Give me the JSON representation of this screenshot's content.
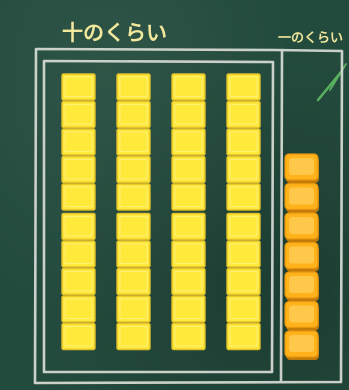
{
  "header": {
    "tens_label": "十のくらい",
    "ones_label": "一のくらい"
  },
  "value_shown": {
    "tens_rods": 4,
    "cubes_per_rod": 10,
    "ones_cubes": 7
  },
  "colors": {
    "chalkboard": "#234b3d",
    "chalk_line": "#d9ddd6",
    "chalk_text": "#f2e89c",
    "rod_cube": "#ffe93a",
    "ones_cube": "#ffb21a"
  },
  "icons": {
    "top_right_mark": "chalk-stroke-icon"
  }
}
